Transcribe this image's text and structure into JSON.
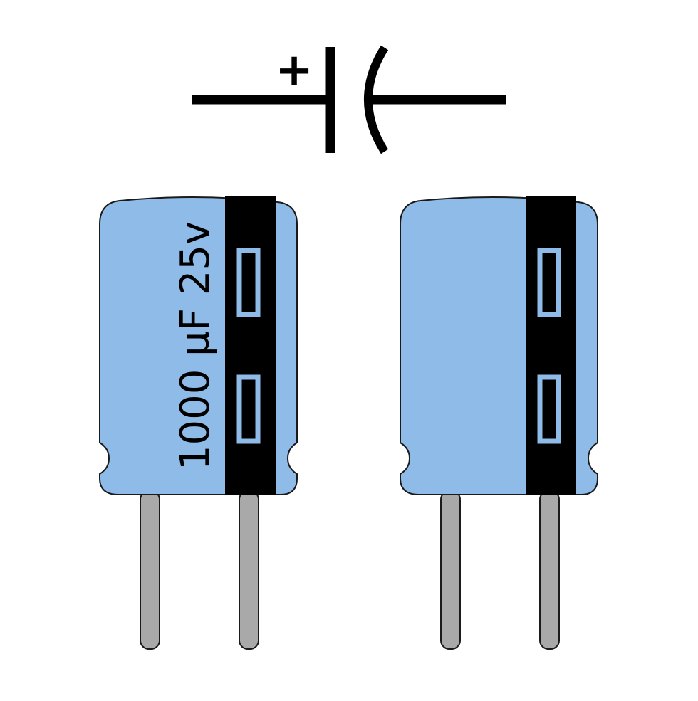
{
  "symbol": {
    "polarity_mark": "+",
    "line_color": "#000000"
  },
  "capacitors": [
    {
      "id": "left",
      "rating_label": "1000 µF 25v"
    },
    {
      "id": "right",
      "rating_label": ""
    }
  ],
  "colors": {
    "body": "#8fbbe9",
    "outline": "#1a1a1a",
    "stripe": "#000000",
    "leads": "#a9a9a9",
    "background": "#ffffff"
  },
  "icons": [
    "capacitor-symbol-icon",
    "electrolytic-capacitor-icon"
  ]
}
